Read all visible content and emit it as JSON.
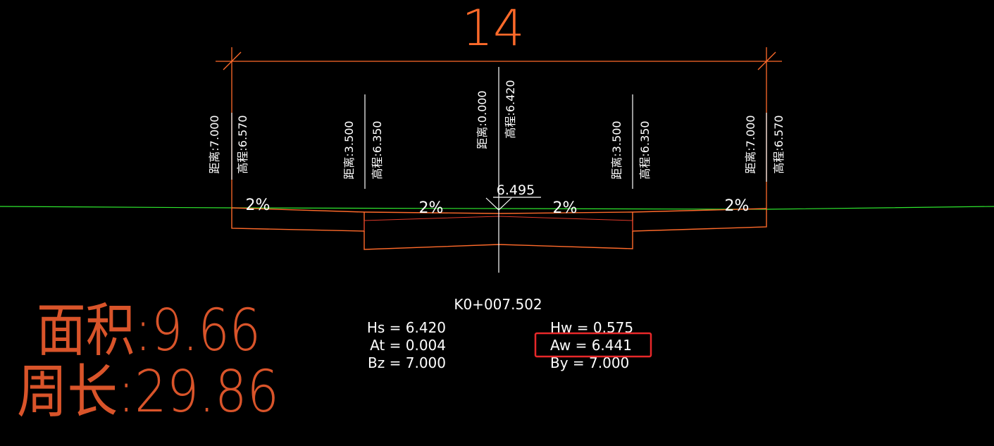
{
  "colors": {
    "background": "#000000",
    "section_line": "#ff6a2a",
    "ground_line": "#2ee62e",
    "text": "#ffffff",
    "dimension": "#ff6a2a",
    "big_text": "#d9542a",
    "highlight_box": "#e8282a"
  },
  "dimension": {
    "total_width": "14"
  },
  "station_labels": [
    {
      "distance": "距离:7.000",
      "elevation": "高程:6.570"
    },
    {
      "distance": "距离:3.500",
      "elevation": "高程:6.350"
    },
    {
      "distance": "距离:0.000",
      "elevation": "高程:6.420"
    },
    {
      "distance": "距离:3.500",
      "elevation": "高程:6.350"
    },
    {
      "distance": "距离:7.000",
      "elevation": "高程:6.570"
    }
  ],
  "center_elevation": "6.495",
  "slopes": [
    "2%",
    "2%",
    "2%",
    "2%"
  ],
  "station": "K0+007.502",
  "params_left": [
    "Hs = 6.420",
    "At = 0.004",
    "Bz = 7.000"
  ],
  "params_right": [
    "Hw = 0.575",
    "Aw = 6.441",
    "By = 7.000"
  ],
  "summary": {
    "area": "面积:9.66",
    "perimeter": "周长:29.86"
  }
}
